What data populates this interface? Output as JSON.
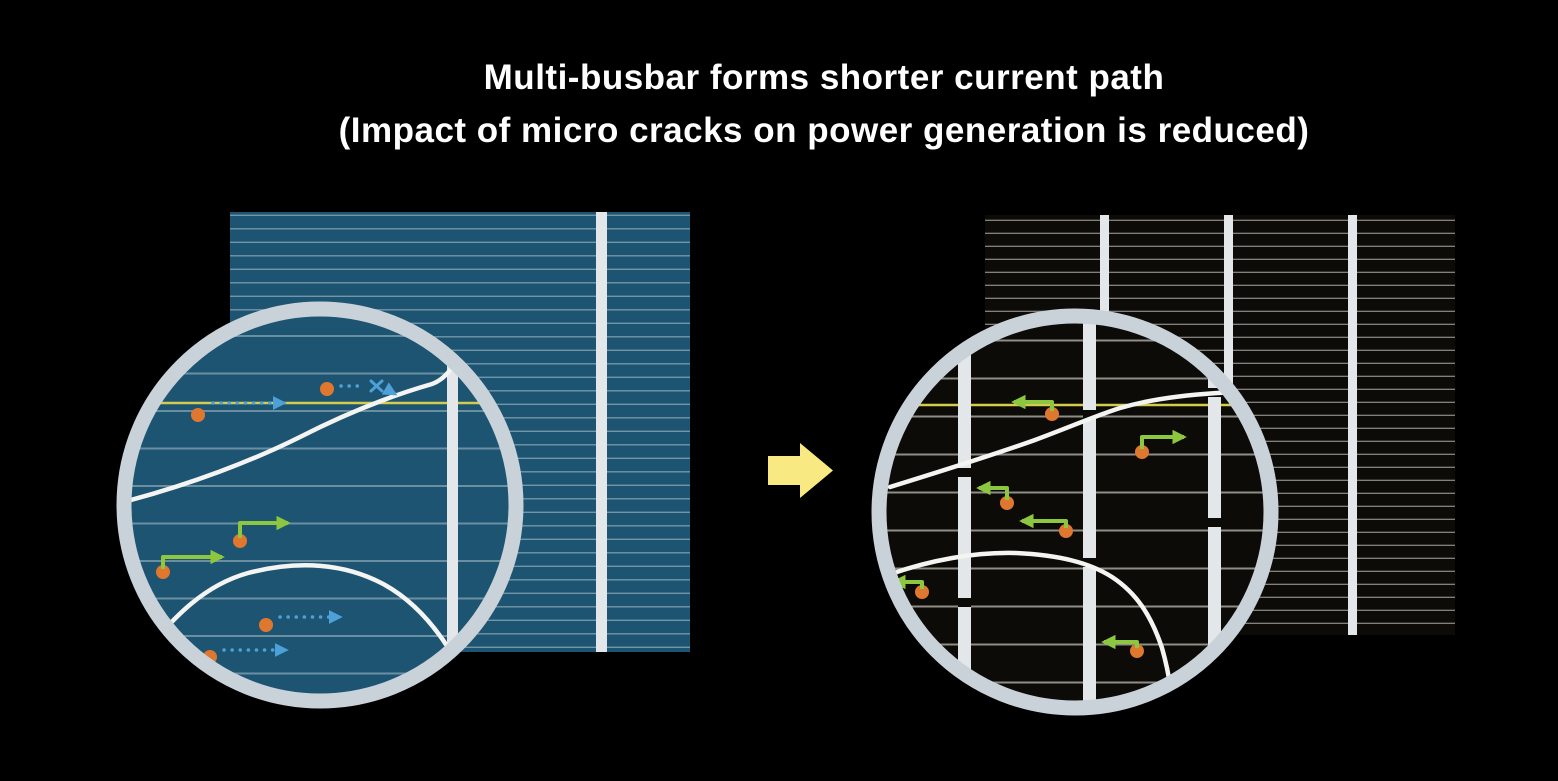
{
  "title": {
    "line1": "Multi-busbar forms shorter current path",
    "line2": "(Impact of micro cracks on power generation is reduced)"
  },
  "diagram": {
    "left_panel": "conventional-busbar-solar-cell-with-micro-crack-zoom",
    "right_panel": "multi-busbar-solar-cell-with-micro-crack-zoom",
    "transition_icon": "right-block-arrow"
  },
  "colors": {
    "background": "#000000",
    "title-text": "#ffffff",
    "cell-blue": "#1d5472",
    "finger-blue": "#b7c9d2",
    "cell-black": "#0d0b08",
    "finger-black": "#a6a39d",
    "busbar": "#e3e7e9",
    "ring": "#c9d2d9",
    "crack": "#f4f4f2",
    "highlight-line": "#d3cc4e",
    "electron-orange": "#e0772e",
    "arrow-green": "#8dc63f",
    "arrow-blue": "#4da0d8",
    "transition-arrow": "#f9e983"
  }
}
